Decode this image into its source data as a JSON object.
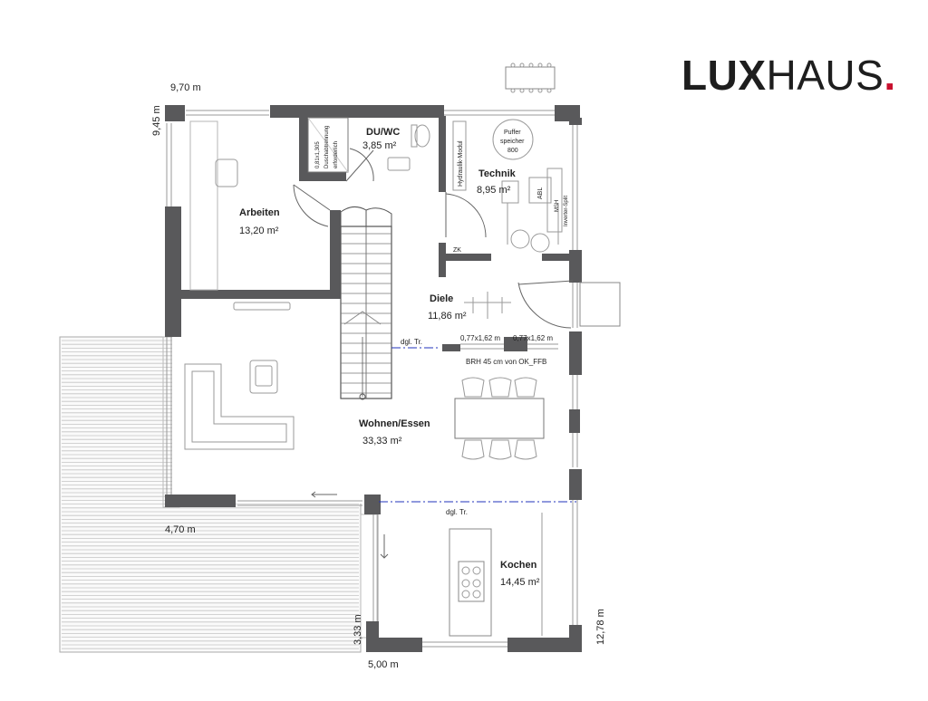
{
  "brand": {
    "logo_bold": "LUX",
    "logo_regular": "HAUS",
    "logo_dot": ".",
    "accent_color": "#c8102e"
  },
  "rooms": {
    "duwc": {
      "name": "DU/WC",
      "area": "3,85 m²"
    },
    "technik": {
      "name": "Technik",
      "area": "8,95 m²"
    },
    "arbeiten": {
      "name": "Arbeiten",
      "area": "13,20 m²"
    },
    "diele": {
      "name": "Diele",
      "area": "11,86 m²"
    },
    "wohnen": {
      "name": "Wohnen/Essen",
      "area": "33,33 m²"
    },
    "kochen": {
      "name": "Kochen",
      "area": "14,45 m²"
    }
  },
  "dimensions": {
    "top_width": "9,70 m",
    "left_depth": "9,45 m",
    "terrace_width": "4,70 m",
    "bottom_width": "5,00 m",
    "right_depth": "12,78 m",
    "kitchen_offset": "3,33 m"
  },
  "annotations": {
    "door_glass_1": "dgl. Tr.",
    "door_glass_2": "dgl. Tr.",
    "window_1": "0,77x1,62 m",
    "window_2": "0,77x1,62 m",
    "parapet": "BRH 45 cm von OK_FFB",
    "shower_1": "0,81x1,305",
    "shower_2": "Duschabtrennung",
    "shower_3": "erforderlich",
    "puffer_1": "Puffer",
    "puffer_2": "speicher",
    "puffer_3": "800",
    "hydraulik": "Hydraulik-Modul",
    "abl": "ABL",
    "zk": "ZK",
    "msh": "MSH",
    "inverter": "Inverter-Split"
  },
  "colors": {
    "wall": "#59595b",
    "line": "#8a8a8a",
    "dashed": "#2233bb"
  }
}
